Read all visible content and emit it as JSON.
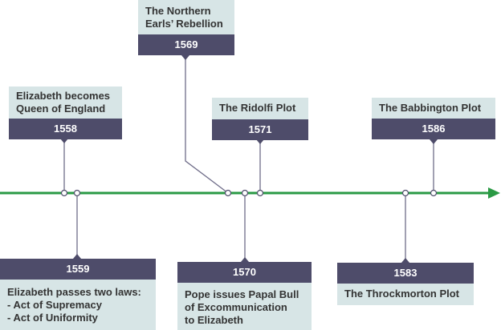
{
  "colors": {
    "axis": "#2a9a44",
    "year_bar": "#4e4c6a",
    "label_bg": "#d7e5e6",
    "connector": "#4e4c6a"
  },
  "events": [
    {
      "year": "1558",
      "text": "Elizabeth becomes\nQueen of England"
    },
    {
      "year": "1569",
      "text": "The Northern\nEarls’ Rebellion"
    },
    {
      "year": "1571",
      "text": "The Ridolfi Plot"
    },
    {
      "year": "1586",
      "text": "The Babbington Plot"
    },
    {
      "year": "1559",
      "text": "Elizabeth passes two laws:\n- Act of Supremacy\n- Act of Uniformity"
    },
    {
      "year": "1570",
      "text": "Pope issues Papal Bull\nof Excommunication\nto Elizabeth"
    },
    {
      "year": "1583",
      "text": "The Throckmorton Plot"
    }
  ]
}
